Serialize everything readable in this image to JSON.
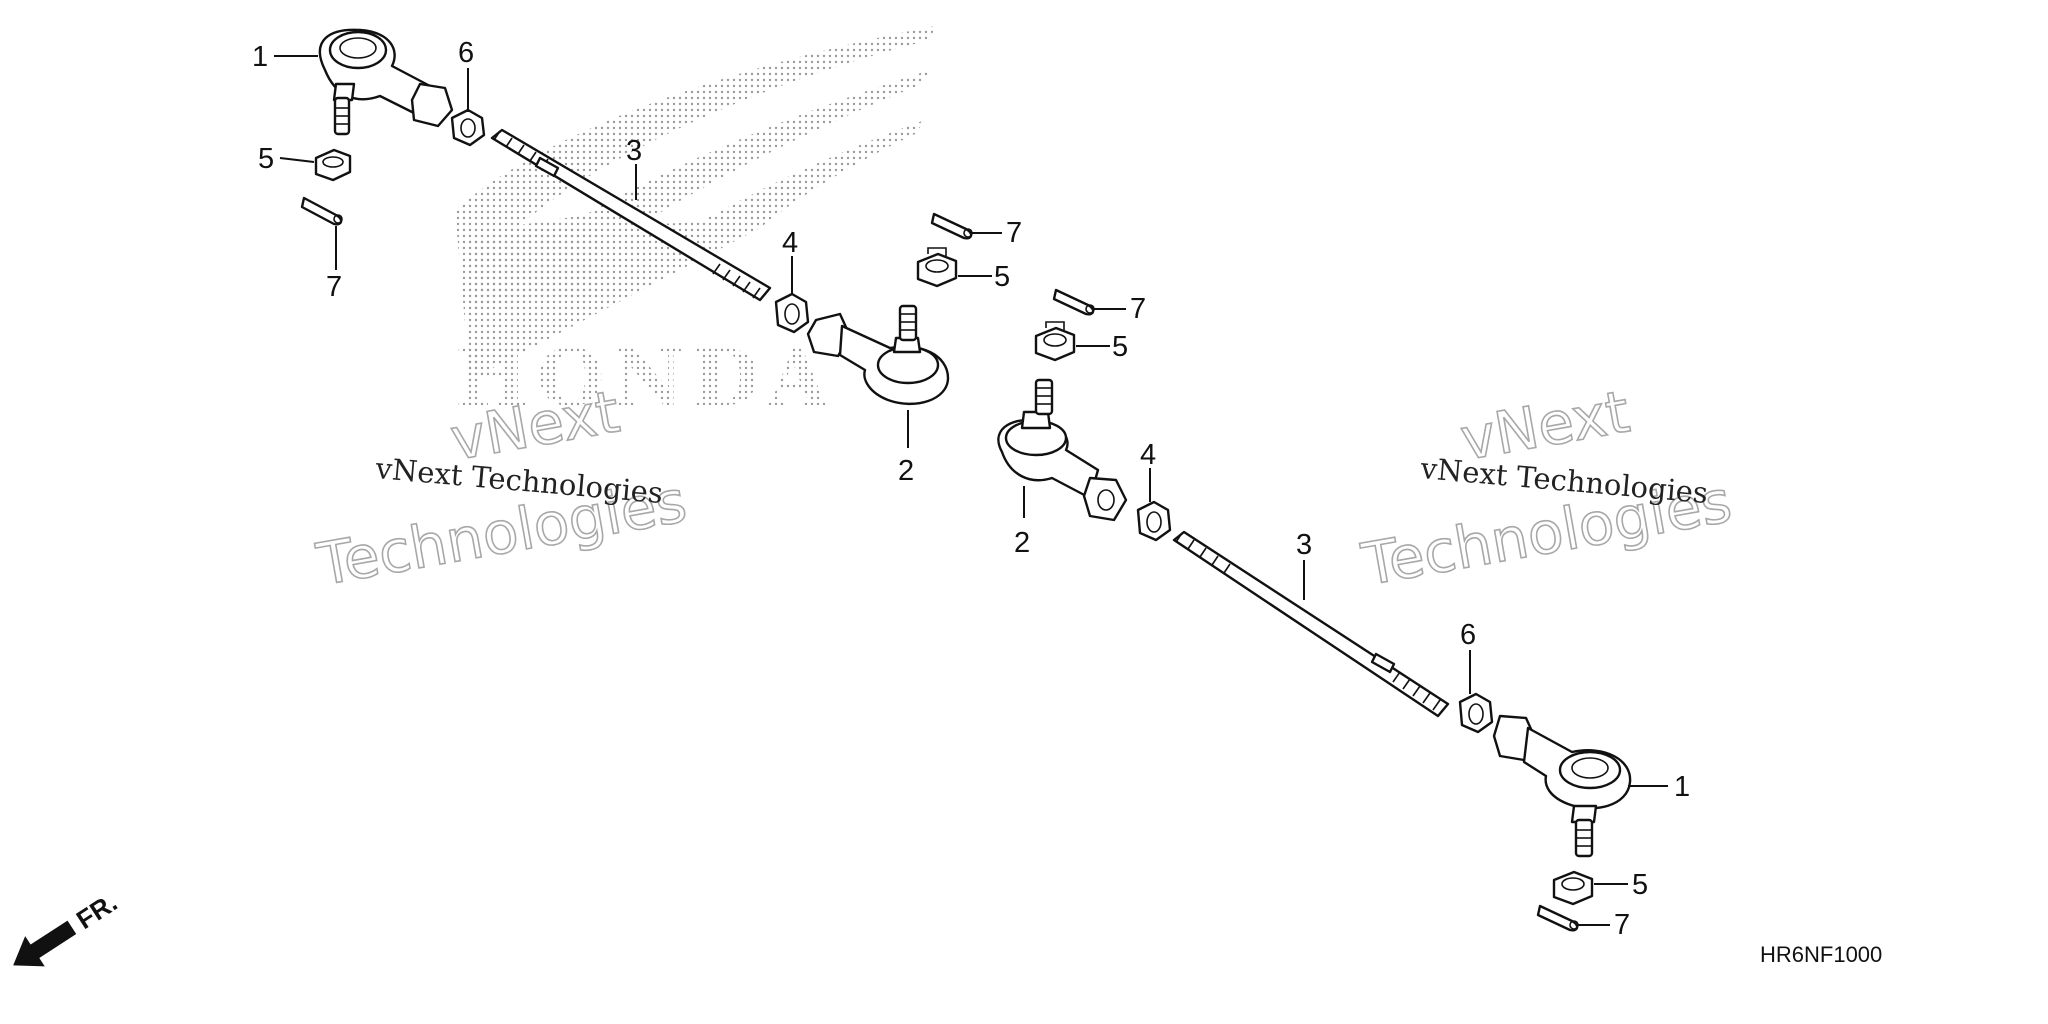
{
  "diagram": {
    "callouts": {
      "c1a": "1",
      "c1b": "1",
      "c2a": "2",
      "c2b": "2",
      "c3a": "3",
      "c3b": "3",
      "c4a": "4",
      "c4b": "4",
      "c5a": "5",
      "c5b": "5",
      "c5c": "5",
      "c5d": "5",
      "c6a": "6",
      "c6b": "6",
      "c7a": "7",
      "c7b": "7",
      "c7c": "7",
      "c7d": "7"
    },
    "front_label": "FR.",
    "diagram_code": "HR6NF1000"
  },
  "watermarks": {
    "brand_logo": "HONDA",
    "left_small": "vNext Technologies",
    "left_big_1": "vNext",
    "left_big_2": "Technologies",
    "right_small": "vNext Technologies",
    "right_big_1": "vNext",
    "right_big_2": "Technologies"
  },
  "colors": {
    "line": "#111111",
    "watermark_outline": "#a8a8a8",
    "logo_dots": "#9a9a9a"
  }
}
